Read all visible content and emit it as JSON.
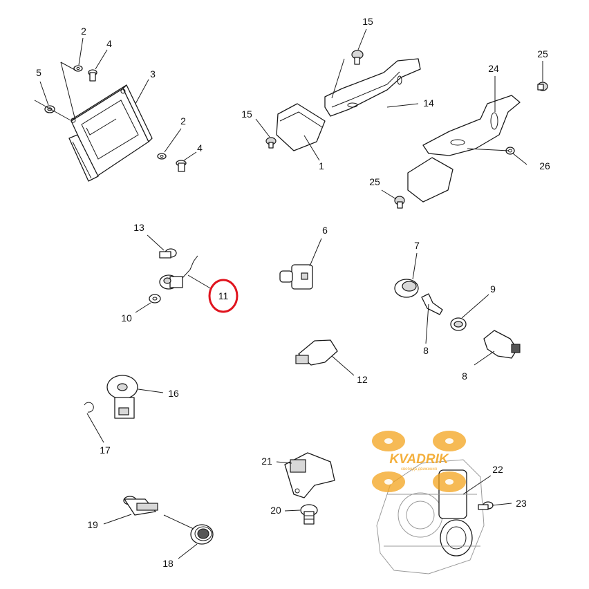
{
  "callouts": {
    "c1": "1",
    "c2a": "2",
    "c2b": "2",
    "c3": "3",
    "c4a": "4",
    "c4b": "4",
    "c5": "5",
    "c6": "6",
    "c7": "7",
    "c8a": "8",
    "c8b": "8",
    "c9": "9",
    "c10": "10",
    "c11": "11",
    "c12": "12",
    "c13": "13",
    "c14": "14",
    "c15a": "15",
    "c15b": "15",
    "c16": "16",
    "c17": "17",
    "c18": "18",
    "c19": "19",
    "c20": "20",
    "c21": "21",
    "c22": "22",
    "c23": "23",
    "c24": "24",
    "c25a": "25",
    "c25b": "25",
    "c26": "26"
  },
  "highlight": {
    "part": "11",
    "color": "#e0141e"
  },
  "watermark": {
    "brand": "KVADRIK",
    "tagline": "свобода движения",
    "color": "#f3a31c"
  }
}
